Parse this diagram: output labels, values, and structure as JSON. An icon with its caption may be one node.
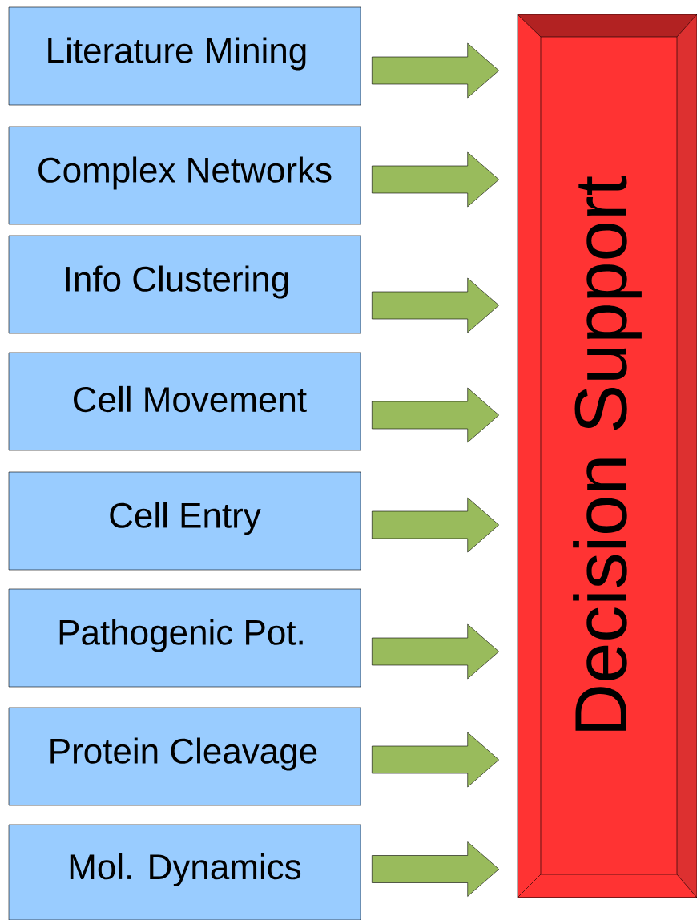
{
  "diagram": {
    "nodes": [
      {
        "text": [
          "Literature Mining"
        ]
      },
      {
        "text": [
          "Complex Networks"
        ]
      },
      {
        "text": [
          "Info Clustering"
        ]
      },
      {
        "text": [
          "Cell Movement"
        ]
      },
      {
        "text": [
          "Cell Entry"
        ]
      },
      {
        "text": [
          "Pathogenic Pot."
        ]
      },
      {
        "text": [
          "Protein Cleavage"
        ]
      },
      {
        "text": [
          "Mol. Dynamics"
        ]
      },
      {
        "text": [
          "Decision Support"
        ]
      }
    ],
    "edges": [
      {
        "from": 0,
        "to": 8,
        "arrow": "to"
      },
      {
        "from": 1,
        "to": 8,
        "arrow": "to"
      },
      {
        "from": 2,
        "to": 8,
        "arrow": "to"
      },
      {
        "from": 3,
        "to": 8,
        "arrow": "to"
      },
      {
        "from": 4,
        "to": 8,
        "arrow": "to"
      },
      {
        "from": 5,
        "to": 8,
        "arrow": "to"
      },
      {
        "from": 6,
        "to": 8,
        "arrow": "to"
      },
      {
        "from": 7,
        "to": 8,
        "arrow": "to"
      }
    ]
  }
}
